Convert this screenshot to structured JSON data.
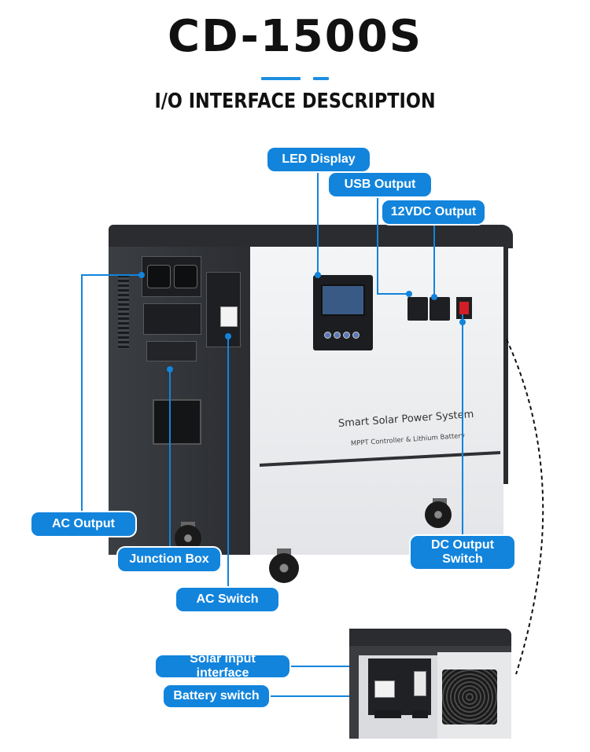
{
  "header": {
    "title": "CD-1500S",
    "subtitle": "I/O INTERFACE DESCRIPTION"
  },
  "colors": {
    "accent": "#1e8fe0",
    "label_bg": "#1284dc",
    "label_text": "#ffffff",
    "title_text": "#111111"
  },
  "callouts": {
    "led_display": "LED Display",
    "usb_output": "USB Output",
    "dc12_output": "12VDC Output",
    "ac_output": "AC Output",
    "junction_box": "Junction Box",
    "ac_switch": "AC Switch",
    "dc_output_switch": "DC Output\nSwitch",
    "solar_input": "Solar input interface",
    "battery_switch": "Battery switch"
  },
  "product": {
    "name": "Smart Solar Power System",
    "tagline": "MPPT Controller & Lithium Battery"
  }
}
